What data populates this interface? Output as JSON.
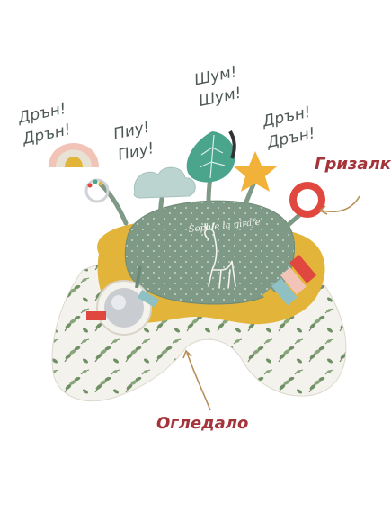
{
  "product": {
    "brand_text": "Sophie la girafe"
  },
  "sounds": {
    "rattle_left": [
      "Дрън!",
      "Дрън!"
    ],
    "squeak": [
      "Пиу!",
      "Пиу!"
    ],
    "rustle": [
      "Шум!",
      "Шум!"
    ],
    "rattle_right": [
      "Дрън!",
      "Дрън!"
    ]
  },
  "labels": {
    "teether": "Гризалка",
    "mirror": "Огледало"
  },
  "colors": {
    "sage": "#7e9a86",
    "mustard": "#e3b43a",
    "label_red": "#a5343a",
    "leaf_green": "#6f8f64",
    "teal_leaf": "#4aa58c",
    "star_yellow": "#f2b23a",
    "ring_red": "#e0473e"
  }
}
